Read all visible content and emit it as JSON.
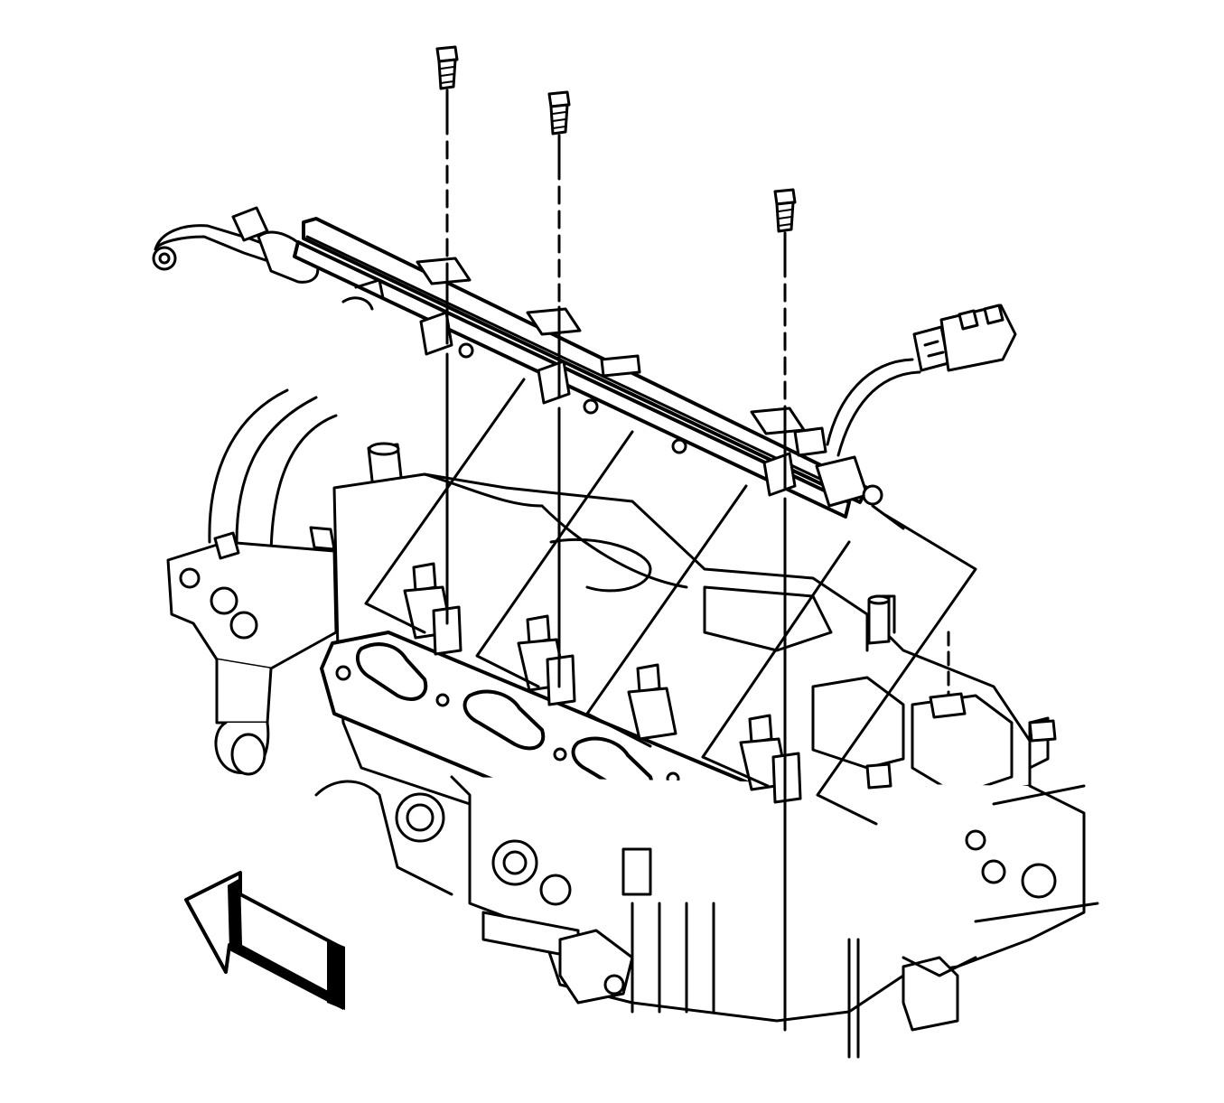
{
  "diagram": {
    "kind": "exploded technical illustration",
    "colors": {
      "ink": "#000000",
      "paper": "#ffffff"
    },
    "parts": {
      "bolts": {
        "count": 3,
        "icon": "bolt-icon"
      },
      "fuel_rail": {
        "icon": "fuel-rail-icon"
      },
      "fuel_injectors": {
        "count": 4,
        "icon": "injector-icon"
      },
      "wiring_connector": {
        "icon": "connector-icon"
      },
      "engine_block": {
        "icon": "engine-icon"
      },
      "intake_gasket_ports": {
        "count": 4
      }
    },
    "direction_arrow": {
      "icon": "front-direction-arrow-icon",
      "points": "left"
    }
  }
}
